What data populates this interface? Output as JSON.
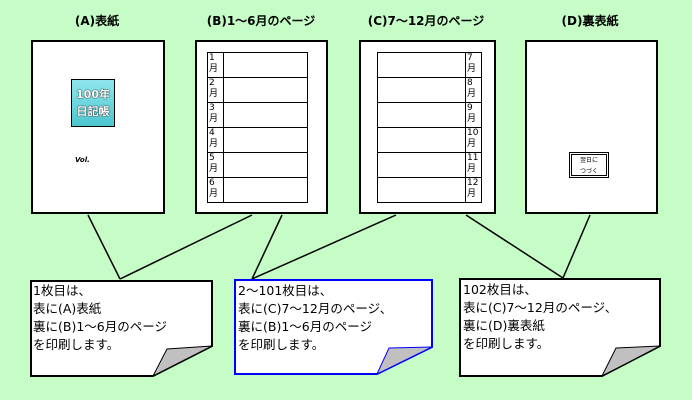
{
  "titles": {
    "a": "(A)表紙",
    "b": "(B)1～6月のページ",
    "c": "(C)7～12月のページ",
    "d": "(D)裏表紙"
  },
  "cover": {
    "logo_line1": "100年",
    "logo_line2": "日記帳",
    "vol": "Vol."
  },
  "months_first": [
    "1",
    "2",
    "3",
    "4",
    "5",
    "6"
  ],
  "months_second": [
    "7",
    "8",
    "9",
    "10",
    "11",
    "12"
  ],
  "month_unit": "月",
  "back_cover": {
    "line1": "翌日に",
    "line2": "つづく"
  },
  "notes": [
    {
      "lines": [
        "1枚目は、",
        "表に(A)表紙",
        "裏に(B)1～6月のページ",
        "を印刷します。"
      ]
    },
    {
      "lines": [
        "2～101枚目は、",
        "表に(C)7～12月のページ、",
        "裏に(B)1～6月のページ",
        "を印刷します。"
      ]
    },
    {
      "lines": [
        "102枚目は、",
        "表に(C)7～12月のページ、",
        "裏に(D)裏表紙",
        "を印刷します。"
      ]
    }
  ],
  "colors": {
    "background": "#c6fcc6",
    "highlight_border": "#0000ff",
    "curl": "#c0c0c0"
  }
}
